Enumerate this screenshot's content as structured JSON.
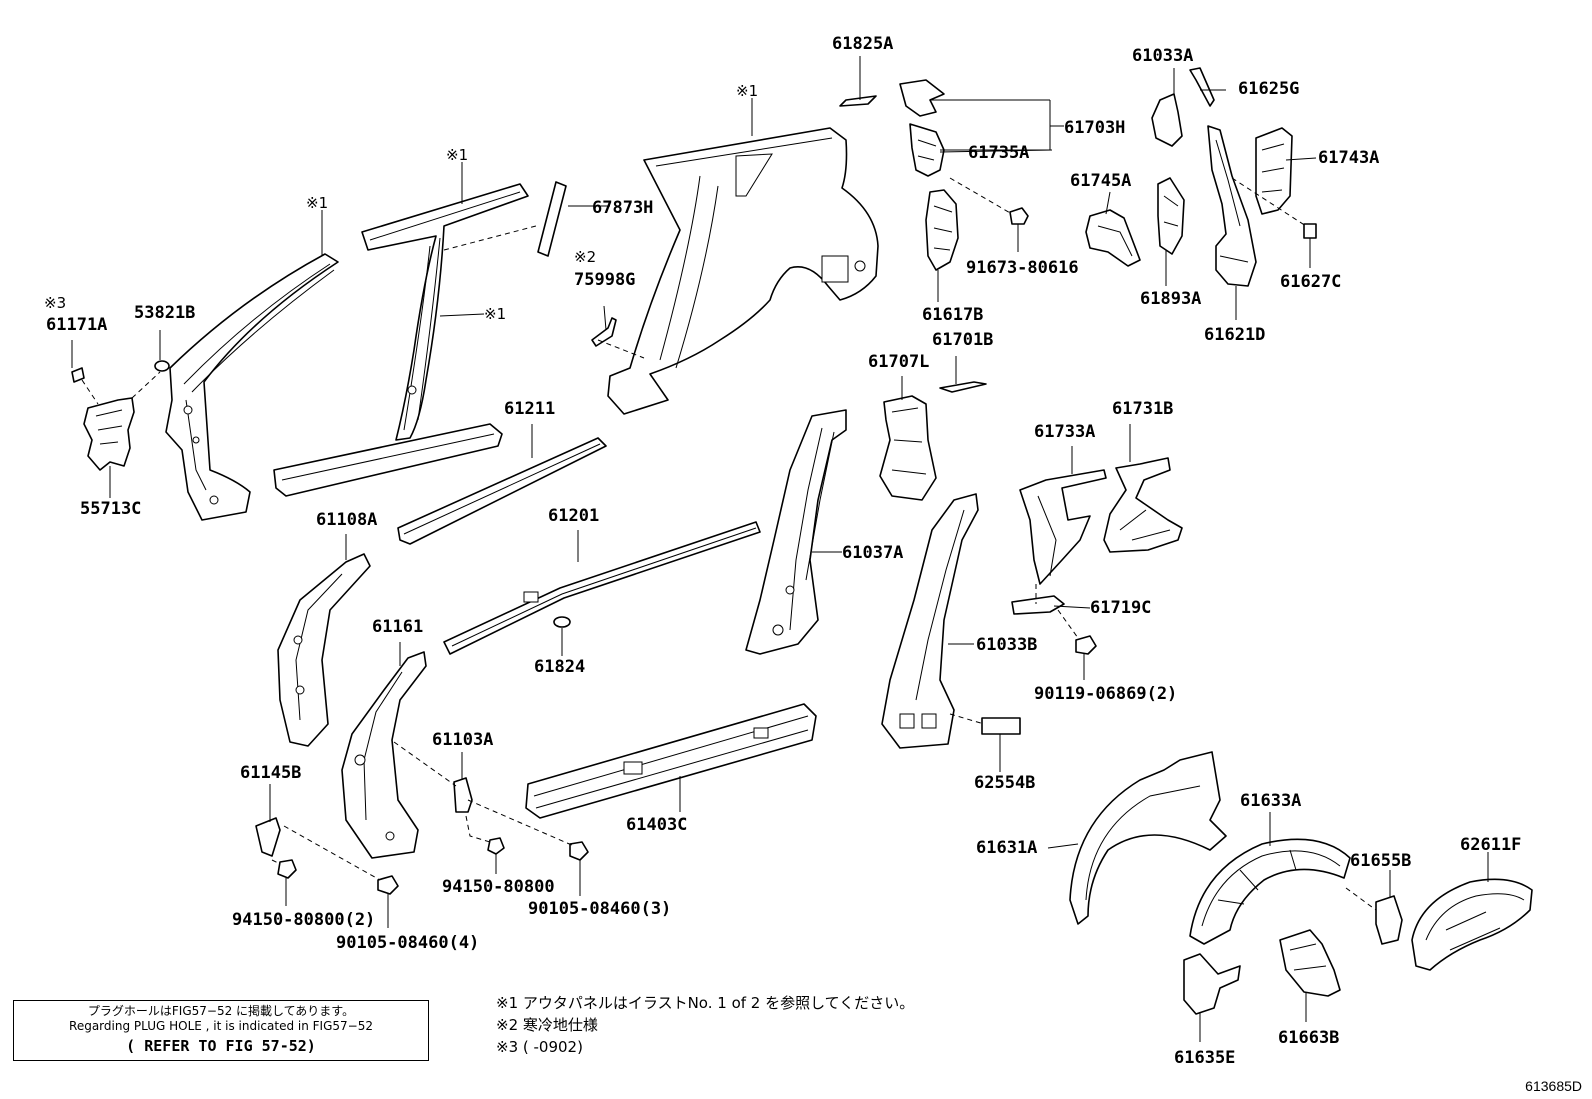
{
  "labels": {
    "p61825A": "61825A",
    "p61033A": "61033A",
    "p61625G": "61625G",
    "p61703H": "61703H",
    "p61735A": "61735A",
    "p61743A": "61743A",
    "p61745A": "61745A",
    "p67873H": "67873H",
    "p91673": "91673-80616",
    "p61893A": "61893A",
    "p61627C": "61627C",
    "p75998G": "75998G",
    "p61171A": "61171A",
    "p53821B": "53821B",
    "p61617B": "61617B",
    "p61621D": "61621D",
    "p61701B": "61701B",
    "p61707L": "61707L",
    "p61211": "61211",
    "p61731B": "61731B",
    "p61733A": "61733A",
    "p55713C": "55713C",
    "p61108A": "61108A",
    "p61201": "61201",
    "p61037A": "61037A",
    "p61719C": "61719C",
    "p61161": "61161",
    "p61033B": "61033B",
    "p61824": "61824",
    "p90119": "90119-06869(2)",
    "p61103A": "61103A",
    "p61145B": "61145B",
    "p62554B": "62554B",
    "p61633A": "61633A",
    "p61403C": "61403C",
    "p61631A": "61631A",
    "p61655B": "61655B",
    "p62611F": "62611F",
    "p94150a": "94150-80800",
    "p90105a": "90105-08460(3)",
    "p94150b": "94150-80800(2)",
    "p90105b": "90105-08460(4)",
    "p61635E": "61635E",
    "p61663B": "61663B"
  },
  "marks": {
    "m1a": "※1",
    "m1b": "※1",
    "m1c": "※1",
    "m1d": "※1",
    "m2": "※2",
    "m3": "※3"
  },
  "note_box": {
    "line1": "プラグホールはFIG57−52 に掲載してあります。",
    "line2": "Regarding  PLUG HOLE , it is indicated in FIG57−52",
    "line3": "( REFER TO FIG 57-52)"
  },
  "footnotes": {
    "n1": "※1 アウタパネルはイラストNo. 1 of 2 を参照してください。",
    "n2": "※2 寒冷地仕様",
    "n3": "※3 (       -0902)"
  },
  "figure_id": "613685D"
}
